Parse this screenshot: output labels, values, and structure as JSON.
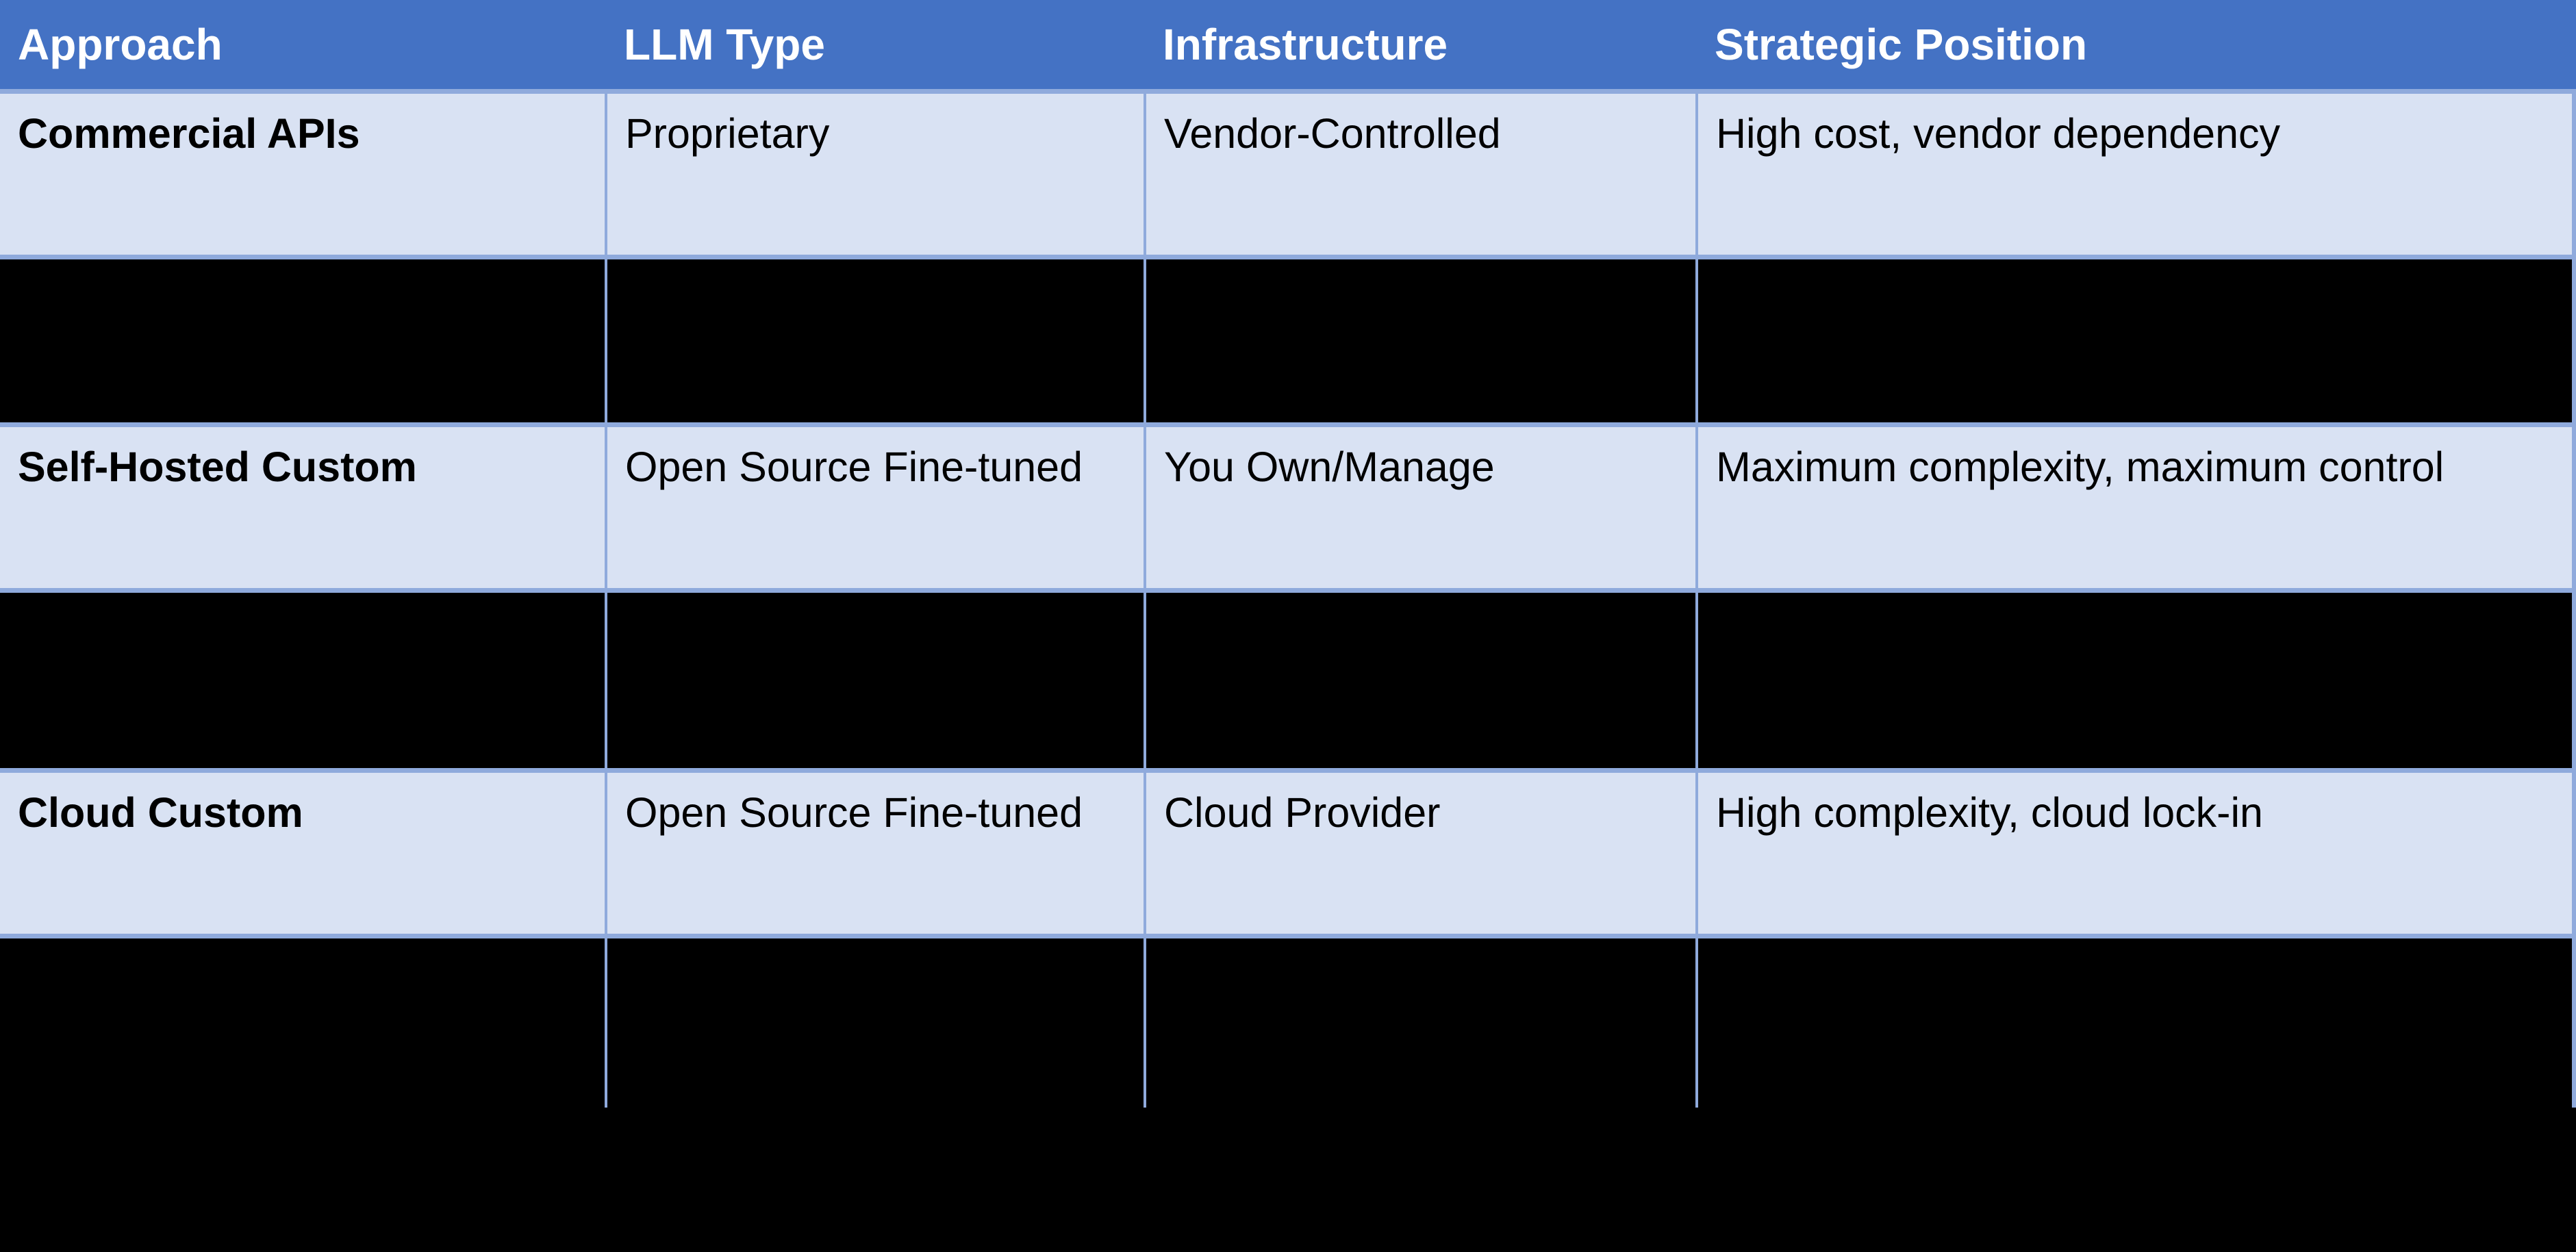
{
  "slide": {
    "background_color": "#000000",
    "table": {
      "header_bg": "#4472C4",
      "header_text_color": "#FFFFFF",
      "row_bg": "#D9E2F3",
      "row_text_color": "#000000",
      "border_color": "#8FAADC",
      "spacer_bg": "#000000",
      "columns": [
        {
          "id": "approach",
          "label": "Approach"
        },
        {
          "id": "llm_type",
          "label": "LLM Type"
        },
        {
          "id": "infrastructure",
          "label": "Infrastructure"
        },
        {
          "id": "strategic_position",
          "label": "Strategic Position"
        }
      ],
      "rows": [
        {
          "type": "data",
          "approach": "Commercial APIs",
          "llm_type": "Proprietary",
          "infrastructure": "Vendor-Controlled",
          "strategic_position": "High cost, vendor dependency"
        },
        {
          "type": "spacer",
          "approach": "",
          "llm_type": "",
          "infrastructure": "",
          "strategic_position": ""
        },
        {
          "type": "data",
          "approach": "Self-Hosted Custom",
          "llm_type": "Open Source Fine-tuned",
          "infrastructure": "You Own/Manage",
          "strategic_position": "Maximum complexity, maximum control"
        },
        {
          "type": "spacer",
          "approach": "",
          "llm_type": "",
          "infrastructure": "",
          "strategic_position": ""
        },
        {
          "type": "data",
          "approach": "Cloud Custom",
          "llm_type": "Open Source Fine-tuned",
          "infrastructure": "Cloud Provider",
          "strategic_position": "High complexity, cloud lock-in"
        },
        {
          "type": "spacer",
          "approach": "",
          "llm_type": "",
          "infrastructure": "",
          "strategic_position": ""
        }
      ]
    }
  }
}
